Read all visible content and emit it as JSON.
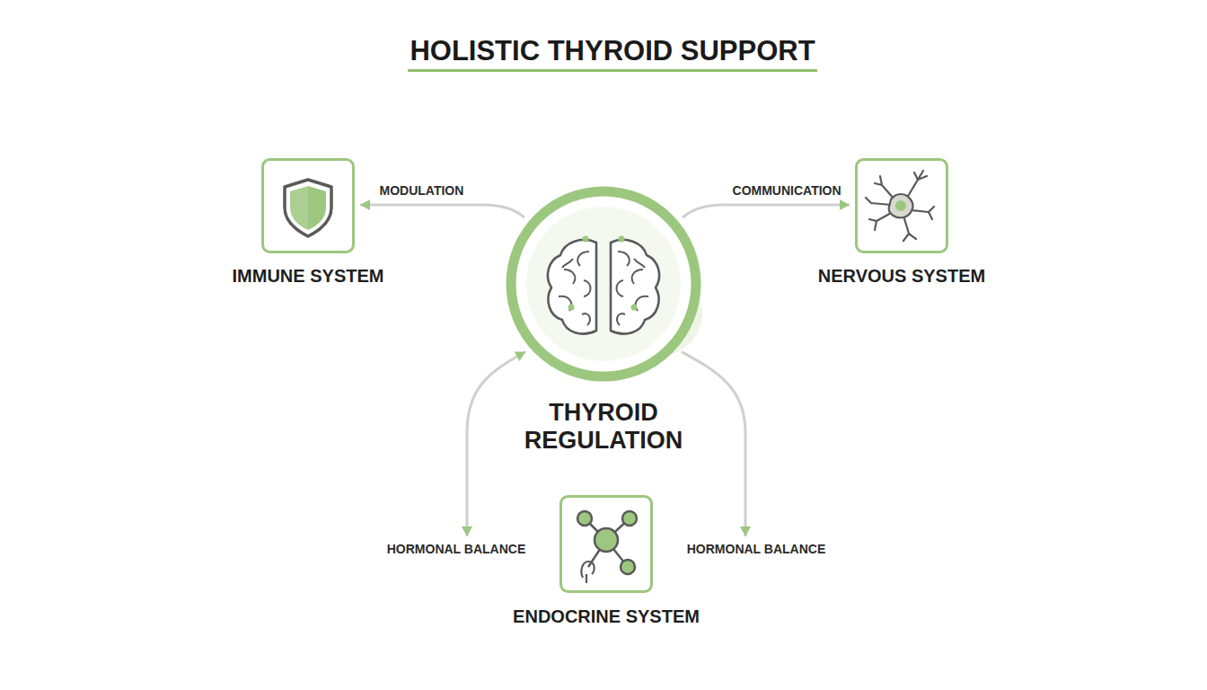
{
  "diagram": {
    "title": "HOLISTIC THYROID SUPPORT",
    "nodes": [
      {
        "text": [
          "IMMUNE SYSTEM"
        ]
      },
      {
        "text": [
          "NERVOUS SYSTEM"
        ]
      },
      {
        "text": [
          "THYROID REGULATION"
        ]
      },
      {
        "text": [
          "ENDOCRINE SYSTEM"
        ]
      }
    ],
    "edges": [
      {
        "from": 2,
        "to": 0,
        "label": "MODULATION",
        "arrow": "to"
      },
      {
        "from": 2,
        "to": 1,
        "label": "COMMUNICATION",
        "arrow": "to"
      },
      {
        "from": 3,
        "to": 2,
        "label": "HORMONAL BALANCE",
        "arrow": "both"
      },
      {
        "from": 2,
        "to": 3,
        "label": "HORMONAL BALANCE",
        "arrow": "to"
      }
    ]
  }
}
